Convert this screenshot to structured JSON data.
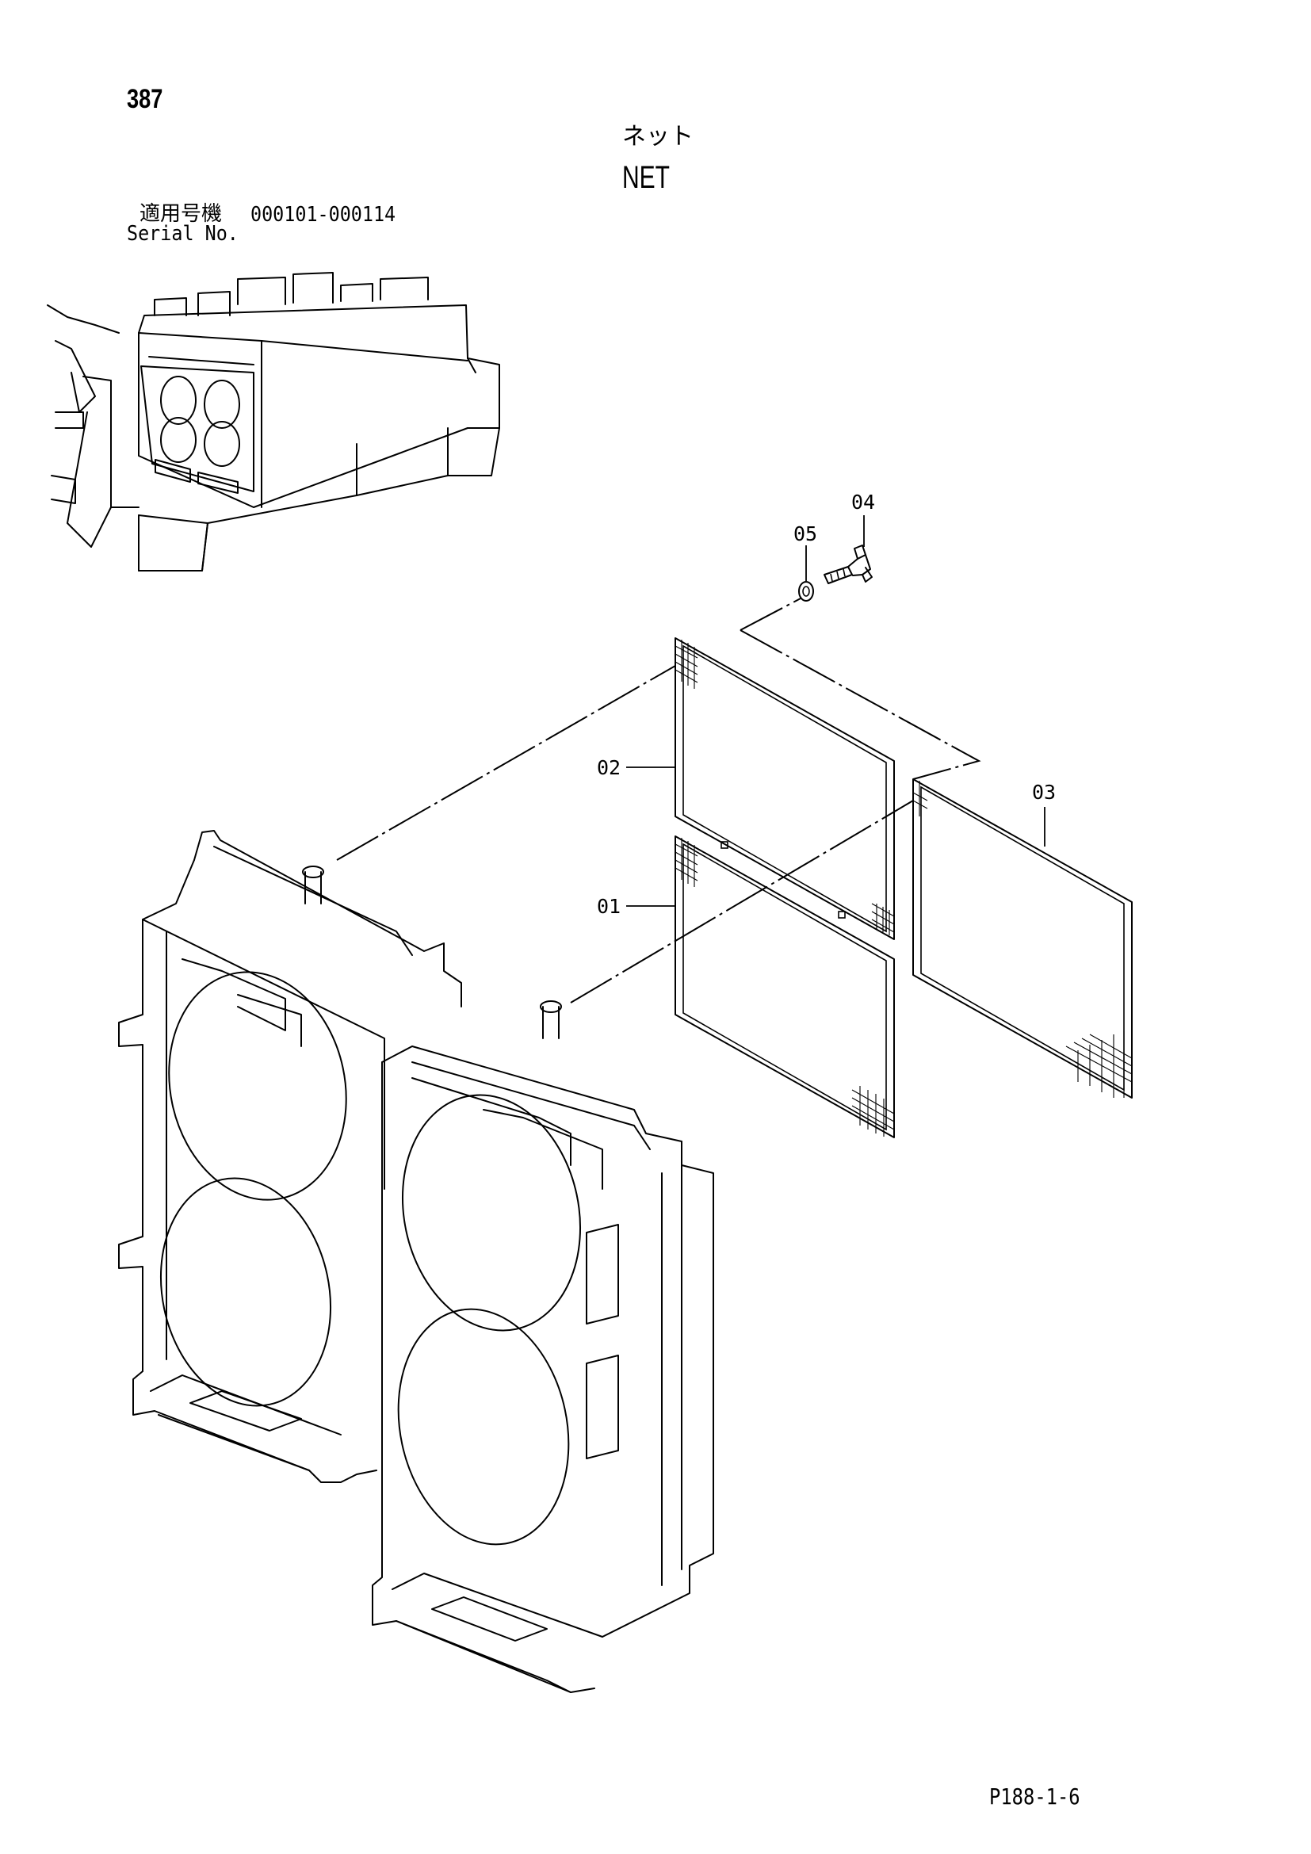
{
  "page_number": "387",
  "title_jp": "ネット",
  "title_en": "NET",
  "serial": {
    "label_jp": "適用号機",
    "range": "000101-000114",
    "label_en": "Serial No."
  },
  "callouts": {
    "c01": "01",
    "c02": "02",
    "c03": "03",
    "c04": "04",
    "c05": "05"
  },
  "footer_code": "P188-1-6"
}
